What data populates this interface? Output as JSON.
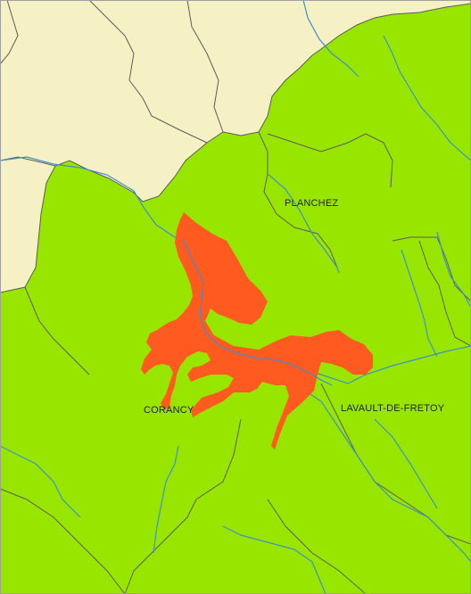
{
  "map": {
    "colors": {
      "land_outside": "#f5f1c4",
      "land_inside": "#98e600",
      "highlight_zone": "#ff5a1f",
      "river": "#3d8fd0",
      "boundary": "#5c5c5c",
      "frame": "#a0a0a0"
    },
    "labels": {
      "planchez": "PLANCHEZ",
      "lavault": "LAVAULT-DE-FRETOY",
      "corancy": "CORANCY"
    }
  }
}
